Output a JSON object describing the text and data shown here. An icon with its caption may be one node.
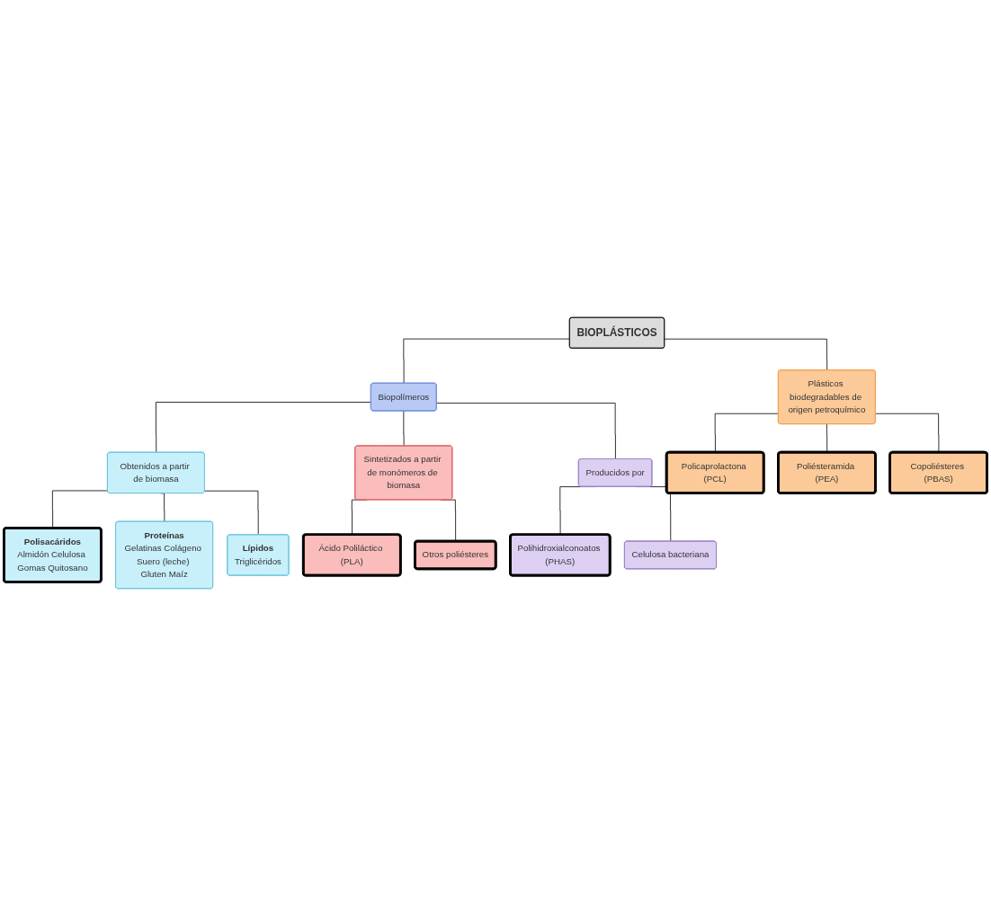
{
  "diagram": {
    "nodes": [
      {
        "text": [
          "BIOPLÁSTICOS"
        ]
      },
      {
        "text": [
          "Biopolímeros"
        ]
      },
      {
        "text": [
          "Plásticos biodegradables de origen petroquímico"
        ]
      },
      {
        "text": [
          "Obtenidos a partir de biomasa"
        ]
      },
      {
        "text": [
          "Sintetizados a partir de monómeros de biomasa"
        ]
      },
      {
        "text": [
          "Producidos por"
        ]
      },
      {
        "text": [
          "Polihidroxialconoatos (PHAS)"
        ]
      },
      {
        "text": [
          "Celulosa bacteriana"
        ]
      },
      {
        "text": [
          "Ácido Poliláctico (PLA)"
        ]
      },
      {
        "text": [
          "Otros poliésteres"
        ]
      },
      {
        "text": [
          "Policaprolactona (PCL)"
        ]
      },
      {
        "text": [
          "Poliésteramida (PEA)"
        ]
      },
      {
        "text": [
          "Copoliésteres (PBAS)"
        ]
      },
      {
        "text": [
          "Polisacáridos",
          "Almidón Celulosa Gomas Quitosano"
        ]
      },
      {
        "text": [
          "Proteínas",
          "Gelatinas Colágeno Suero (leche) Gluten Maíz"
        ]
      },
      {
        "text": [
          "Lípidos",
          "Triglicéridos"
        ]
      }
    ],
    "edges": [
      {
        "from": 0,
        "to": 1,
        "arrow": "none"
      },
      {
        "from": 0,
        "to": 2,
        "arrow": "none"
      },
      {
        "from": 1,
        "to": 3,
        "arrow": "none"
      },
      {
        "from": 1,
        "to": 4,
        "arrow": "none"
      },
      {
        "from": 1,
        "to": 5,
        "arrow": "none"
      },
      {
        "from": 5,
        "to": 6,
        "arrow": "none"
      },
      {
        "from": 5,
        "to": 7,
        "arrow": "none"
      },
      {
        "from": 4,
        "to": 8,
        "arrow": "none"
      },
      {
        "from": 4,
        "to": 9,
        "arrow": "none"
      },
      {
        "from": 2,
        "to": 10,
        "arrow": "none"
      },
      {
        "from": 2,
        "to": 11,
        "arrow": "none"
      },
      {
        "from": 2,
        "to": 12,
        "arrow": "none"
      },
      {
        "from": 3,
        "to": 13,
        "arrow": "none"
      },
      {
        "from": 3,
        "to": 14,
        "arrow": "none"
      },
      {
        "from": 3,
        "to": 15,
        "arrow": "none"
      }
    ]
  }
}
